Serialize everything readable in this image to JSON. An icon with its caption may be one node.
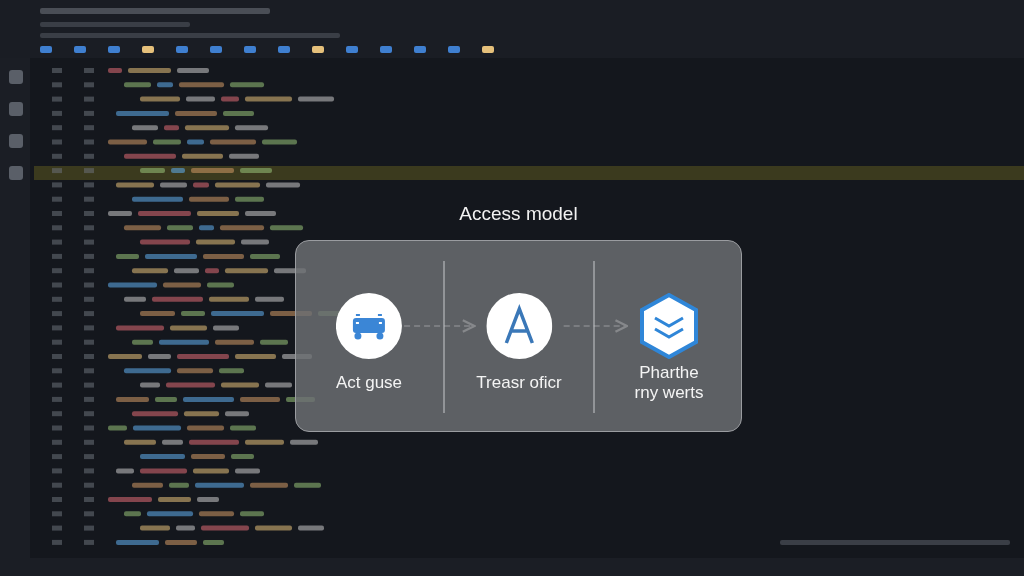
{
  "diagram": {
    "nodes": [
      {
        "text": [
          "Access model"
        ]
      },
      {
        "text": [
          "Act guse"
        ],
        "in": 0
      },
      {
        "text": [
          "Treasr oficr"
        ],
        "in": 0
      },
      {
        "text": [
          "Pharthe rny werts"
        ],
        "in": 0
      }
    ],
    "edges": [
      {
        "from": 1,
        "to": 2,
        "arrow": "to",
        "style": "dashed"
      },
      {
        "from": 2,
        "to": 3,
        "arrow": "to",
        "style": "dashed"
      }
    ]
  }
}
